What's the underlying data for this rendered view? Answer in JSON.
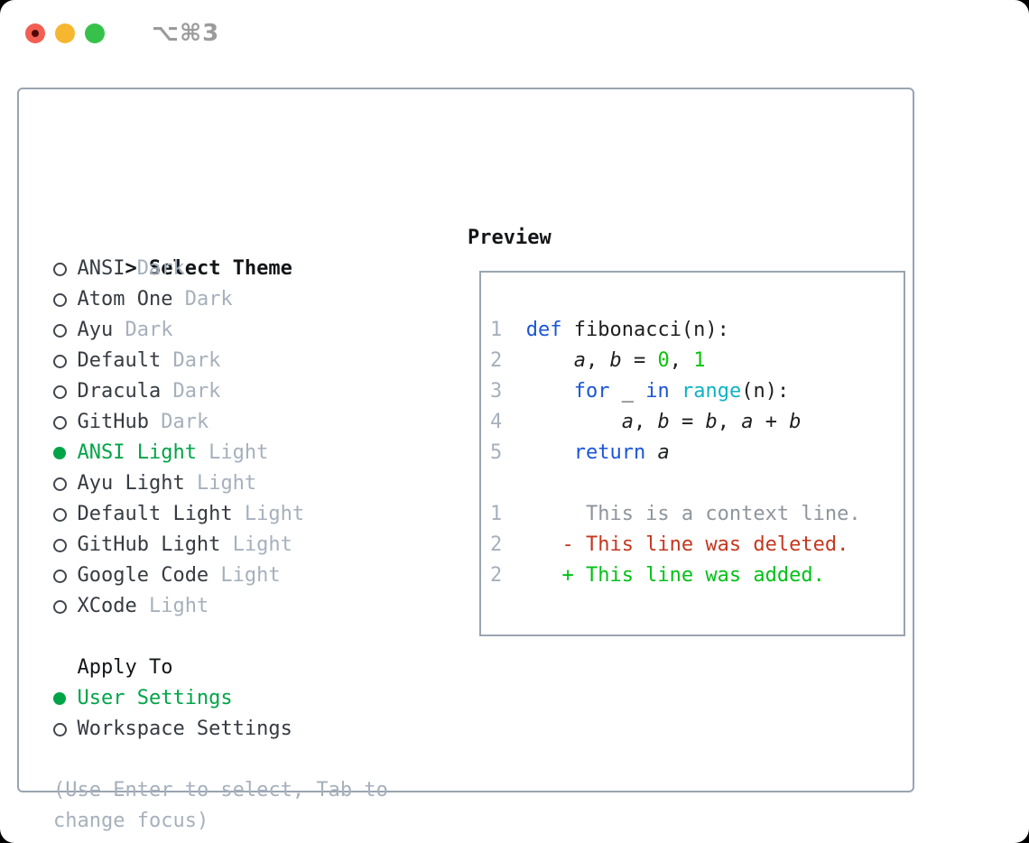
{
  "window": {
    "title_shortcut": "⌥⌘3",
    "traffic_lights": [
      {
        "name": "close",
        "color": "#f25e52"
      },
      {
        "name": "minimize",
        "color": "#f6b62f"
      },
      {
        "name": "zoom",
        "color": "#36c24a"
      }
    ]
  },
  "theme_selector": {
    "prompt": ">",
    "heading": "Select Theme",
    "themes": [
      {
        "name": "ANSI",
        "variant": "Dark",
        "selected": false
      },
      {
        "name": "Atom One",
        "variant": "Dark",
        "selected": false
      },
      {
        "name": "Ayu",
        "variant": "Dark",
        "selected": false
      },
      {
        "name": "Default",
        "variant": "Dark",
        "selected": false
      },
      {
        "name": "Dracula",
        "variant": "Dark",
        "selected": false
      },
      {
        "name": "GitHub",
        "variant": "Dark",
        "selected": false
      },
      {
        "name": "ANSI Light",
        "variant": "Light",
        "selected": true
      },
      {
        "name": "Ayu Light",
        "variant": "Light",
        "selected": false
      },
      {
        "name": "Default Light",
        "variant": "Light",
        "selected": false
      },
      {
        "name": "GitHub Light",
        "variant": "Light",
        "selected": false
      },
      {
        "name": "Google Code",
        "variant": "Light",
        "selected": false
      },
      {
        "name": "XCode",
        "variant": "Light",
        "selected": false
      }
    ],
    "apply_heading": "Apply To",
    "apply_options": [
      {
        "label": "User Settings",
        "selected": true
      },
      {
        "label": "Workspace Settings",
        "selected": false
      }
    ],
    "hint": "(Use Enter to select, Tab to change focus)"
  },
  "preview": {
    "heading": "Preview",
    "lines": [
      {
        "num": "1",
        "tokens": [
          {
            "s": "kw",
            "t": "def"
          },
          {
            "s": "plain",
            "t": " fibonacci(n):"
          }
        ]
      },
      {
        "num": "2",
        "tokens": [
          {
            "s": "plain",
            "t": "    "
          },
          {
            "s": "var",
            "t": "a"
          },
          {
            "s": "plain",
            "t": ", "
          },
          {
            "s": "var",
            "t": "b"
          },
          {
            "s": "plain",
            "t": " = "
          },
          {
            "s": "num",
            "t": "0"
          },
          {
            "s": "plain",
            "t": ", "
          },
          {
            "s": "num",
            "t": "1"
          }
        ]
      },
      {
        "num": "3",
        "tokens": [
          {
            "s": "plain",
            "t": "    "
          },
          {
            "s": "kw",
            "t": "for"
          },
          {
            "s": "plain",
            "t": " _ "
          },
          {
            "s": "kw",
            "t": "in"
          },
          {
            "s": "plain",
            "t": " "
          },
          {
            "s": "fn",
            "t": "range"
          },
          {
            "s": "plain",
            "t": "(n):"
          }
        ]
      },
      {
        "num": "4",
        "tokens": [
          {
            "s": "plain",
            "t": "        "
          },
          {
            "s": "var",
            "t": "a"
          },
          {
            "s": "plain",
            "t": ", "
          },
          {
            "s": "var",
            "t": "b"
          },
          {
            "s": "plain",
            "t": " = "
          },
          {
            "s": "var",
            "t": "b"
          },
          {
            "s": "plain",
            "t": ", "
          },
          {
            "s": "var",
            "t": "a"
          },
          {
            "s": "plain",
            "t": " + "
          },
          {
            "s": "var",
            "t": "b"
          }
        ]
      },
      {
        "num": "5",
        "tokens": [
          {
            "s": "plain",
            "t": "    "
          },
          {
            "s": "kw",
            "t": "return"
          },
          {
            "s": "plain",
            "t": " "
          },
          {
            "s": "var",
            "t": "a"
          }
        ]
      },
      {
        "num": "",
        "tokens": []
      },
      {
        "num": "1",
        "tokens": [
          {
            "s": "ctx",
            "t": "     This is a context line."
          }
        ]
      },
      {
        "num": "2",
        "tokens": [
          {
            "s": "del",
            "t": "   - This line was deleted."
          }
        ]
      },
      {
        "num": "2",
        "tokens": [
          {
            "s": "add",
            "t": "   + This line was added."
          }
        ]
      }
    ]
  },
  "colors": {
    "keyword_blue": "#1b55d6",
    "builtin_cyan": "#0fb3c2",
    "literal_green": "#0cc30c",
    "diff_added_green": "#00c117",
    "diff_deleted_red": "#c6371f",
    "selection_green": "#00a447",
    "text": "#363b41",
    "heading": "#131619",
    "muted": "#a6b0bc",
    "context": "#8f959c",
    "panel_border": "#9aa4b1"
  }
}
